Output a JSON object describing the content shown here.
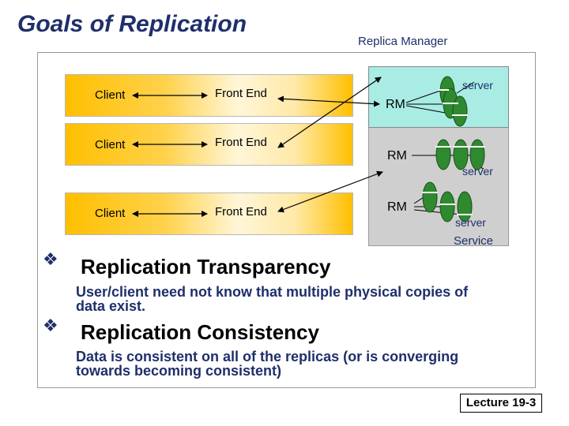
{
  "title": "Goals of Replication",
  "replica_manager_caption": "Replica Manager",
  "rows": [
    {
      "client": "Client",
      "front_end": "Front End"
    },
    {
      "client": "Client",
      "front_end": "Front End"
    },
    {
      "client": "Client",
      "front_end": "Front End"
    }
  ],
  "rm_labels": [
    "RM",
    "RM",
    "RM"
  ],
  "server_labels": [
    "server",
    "server",
    "server"
  ],
  "service_label": "Service",
  "bullets": [
    {
      "heading": "Replication Transparency",
      "lines": [
        "User/client need not know that multiple physical copies of",
        "data exist."
      ]
    },
    {
      "heading": "Replication Consistency",
      "lines": [
        "Data is consistent on all of the replicas (or is converging",
        "towards becoming consistent)"
      ]
    }
  ],
  "footer": "Lecture 19-3",
  "colors": {
    "title": "#1f2f6b",
    "band_orange": "#ffbf00",
    "rm_box": "#a8ece4",
    "service_box": "#cfcfcf",
    "server_green": "#2f8a2f"
  }
}
